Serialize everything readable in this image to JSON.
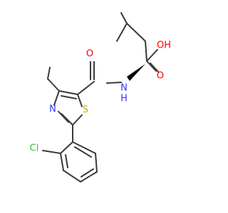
{
  "molecule": {
    "atoms": {
      "o_amide": "O",
      "nh": "N",
      "h": "H",
      "oh": "OH",
      "o_acid": "O",
      "s": "S",
      "n": "N",
      "cl": "Cl"
    }
  },
  "colors": {
    "bond": "#3a3a3a",
    "oxygen": "#ff0000",
    "nitrogen": "#3333ff",
    "sulfur": "#c8b400",
    "chlorine": "#33bb33"
  }
}
